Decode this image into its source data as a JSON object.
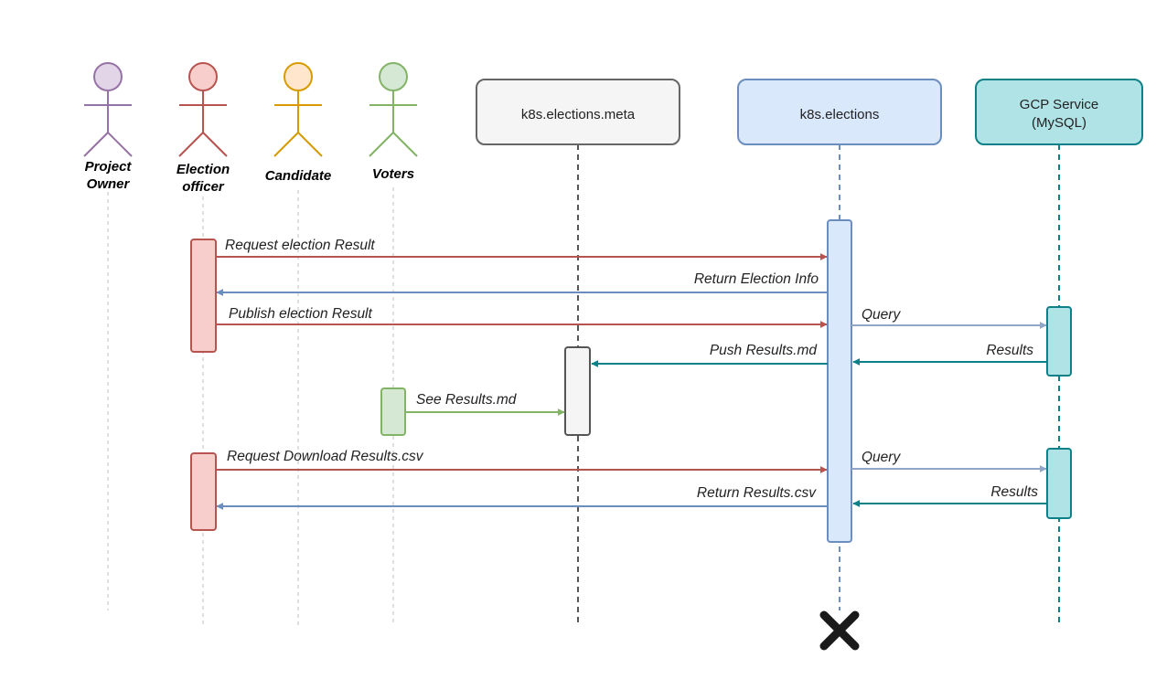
{
  "actors": [
    {
      "id": "owner",
      "lines": [
        "Project",
        "Owner"
      ],
      "stroke": "#9673a6",
      "fill": "#e1d5e7"
    },
    {
      "id": "officer",
      "lines": [
        "Election",
        "officer"
      ],
      "stroke": "#b85450",
      "fill": "#f8cecc"
    },
    {
      "id": "candidate",
      "lines": [
        "Candidate"
      ],
      "stroke": "#d79b00",
      "fill": "#ffe6cc"
    },
    {
      "id": "voters",
      "lines": [
        "Voters"
      ],
      "stroke": "#82b366",
      "fill": "#d5e8d4"
    }
  ],
  "participants": [
    {
      "id": "meta",
      "label_lines": [
        "k8s.elections.meta"
      ],
      "stroke": "#666666",
      "fill": "#f5f5f5"
    },
    {
      "id": "elections",
      "label_lines": [
        "k8s.elections"
      ],
      "stroke": "#6c8ebf",
      "fill": "#dae8fc"
    },
    {
      "id": "gcp",
      "label_lines": [
        "GCP Service",
        "(MySQL)"
      ],
      "stroke": "#0e8088",
      "fill": "#b0e3e6"
    }
  ],
  "messages": [
    {
      "label": "Request election Result",
      "from": "officer",
      "to": "elections",
      "color": "#b85450"
    },
    {
      "label": "Return Election Info",
      "from": "elections",
      "to": "officer",
      "color": "#6c8ebf"
    },
    {
      "label": "Publish election Result",
      "from": "officer",
      "to": "elections",
      "color": "#b85450"
    },
    {
      "label": "Query",
      "from": "elections",
      "to": "gcp",
      "color": "#8fa6c9"
    },
    {
      "label": "Push Results.md",
      "from": "elections",
      "to": "meta",
      "color": "#0e8088"
    },
    {
      "label": "Results",
      "from": "gcp",
      "to": "elections",
      "color": "#0e8088"
    },
    {
      "label": "See Results.md",
      "from": "voters",
      "to": "meta",
      "color": "#82b366"
    },
    {
      "label": "Request Download Results.csv",
      "from": "officer",
      "to": "elections",
      "color": "#b85450"
    },
    {
      "label": "Query",
      "from": "elections",
      "to": "gcp",
      "color": "#8fa6c9"
    },
    {
      "label": "Return Results.csv",
      "from": "elections",
      "to": "officer",
      "color": "#6c8ebf"
    },
    {
      "label": "Results",
      "from": "gcp",
      "to": "elections",
      "color": "#0e8088"
    }
  ],
  "destroy_marker": {
    "lifeline": "elections",
    "icon": "x-mark-icon",
    "color": "#1a1a1a"
  }
}
